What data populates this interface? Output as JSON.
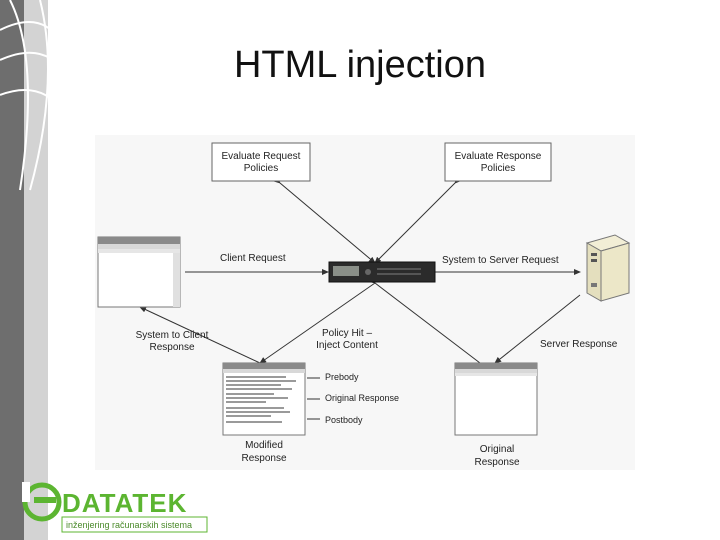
{
  "slide": {
    "title": "HTML injection"
  },
  "diagram": {
    "nodes": {
      "evaluate_request": [
        "Evaluate Request",
        "Policies"
      ],
      "evaluate_response": [
        "Evaluate Response",
        "Policies"
      ],
      "client_request": "Client Request",
      "system_to_server": "System to Server Request",
      "system_to_client": [
        "System to Client",
        "Response"
      ],
      "policy_hit": [
        "Policy Hit –",
        "Inject Content"
      ],
      "server_response": "Server Response",
      "prebody": "Prebody",
      "original_response_part": "Original Response",
      "postbody": "Postbody",
      "modified_response": [
        "Modified",
        "Response"
      ],
      "original_response": [
        "Original",
        "Response"
      ]
    }
  },
  "logo": {
    "brand": "DATATEK",
    "tagline": "inženjering računarskih sistema"
  },
  "colors": {
    "accent_green": "#5cb531",
    "sidebar_dark": "#6e6e6e",
    "sidebar_light": "#d3d3d3"
  }
}
